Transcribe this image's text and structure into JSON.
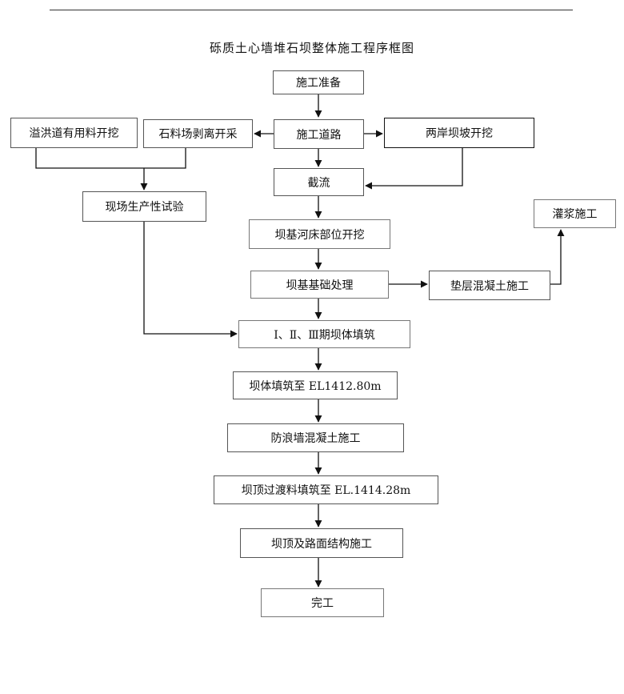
{
  "title": "砾质土心墙堆石坝整体施工程序框图",
  "nodes": {
    "prep": "施工准备",
    "road": "施工道路",
    "spillway": "溢洪道有用料开挖",
    "quarry": "石料场剥离开采",
    "abutment": "两岸坝坡开挖",
    "closure": "截流",
    "field_test": "现场生产性试验",
    "riverbed": "坝基河床部位开挖",
    "grouting": "灌浆施工",
    "foundation": "坝基基础处理",
    "cushion": "垫层混凝土施工",
    "fill_stages": "Ⅰ、Ⅱ、Ⅲ期坝体填筑",
    "fill_el": "坝体填筑至 EL1412.80m",
    "wave_wall": "防浪墙混凝土施工",
    "crest_fill": "坝顶过渡料填筑至 EL.1414.28m",
    "crest_road": "坝顶及路面结构施工",
    "done": "完工"
  }
}
